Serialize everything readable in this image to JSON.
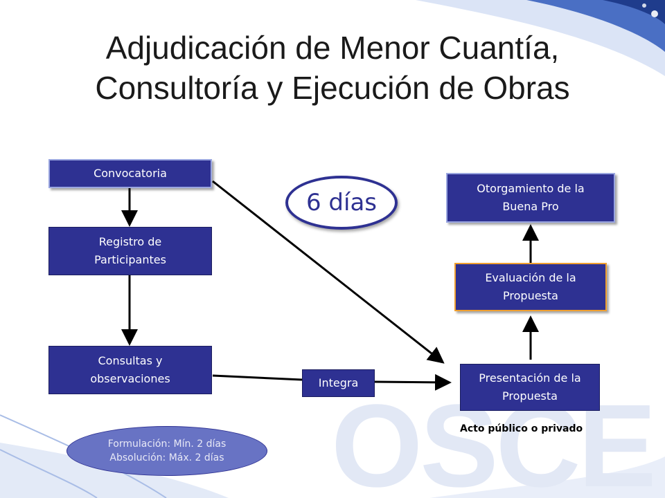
{
  "slide": {
    "title_line1": "Adjudicación de Menor Cuantía,",
    "title_line2": "Consultoría y Ejecución de Obras",
    "watermark": "OSCE"
  },
  "nodes": {
    "convocatoria": "Convocatoria",
    "registro_line1": "Registro de",
    "registro_line2": "Participantes",
    "consultas_line1": "Consultas y",
    "consultas_line2": "observaciones",
    "integra": "Integra",
    "presentacion_line1": "Presentación de la",
    "presentacion_line2": "Propuesta",
    "evaluacion_line1": "Evaluación de la",
    "evaluacion_line2": "Propuesta",
    "otorgamiento_line1": "Otorgamiento de la",
    "otorgamiento_line2": "Buena Pro"
  },
  "annotations": {
    "days": "6 días",
    "formulacion": "Formulación: Mín. 2 días",
    "absolucion": "Absolución: Máx. 2 días",
    "acto": "Acto público o privado"
  },
  "colors": {
    "box_fill": "#2e3192",
    "arrow": "#000000",
    "oval_fill": "#6873c4",
    "watermark": "#e2e8f5",
    "decor_blue": "#4a6fc4"
  }
}
